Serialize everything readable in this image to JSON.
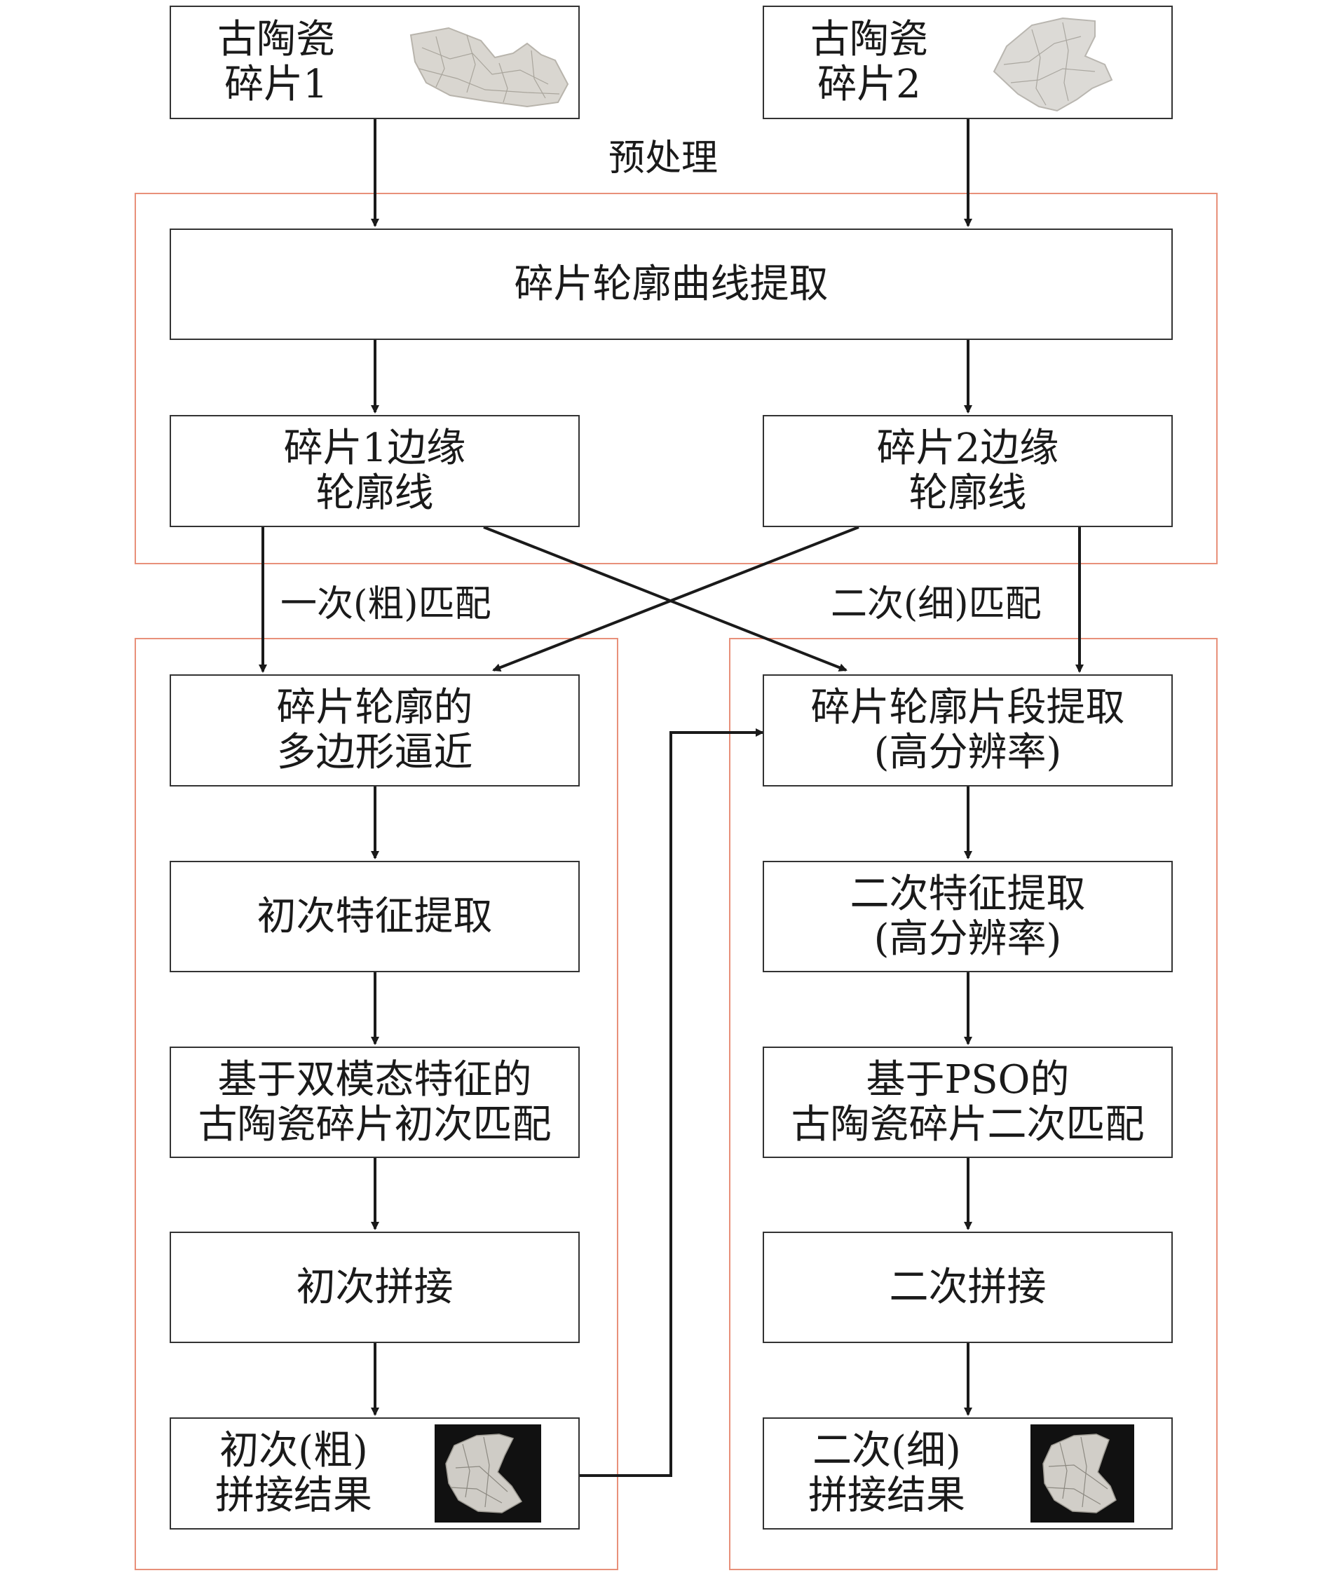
{
  "colors": {
    "region_border": "#e8907a",
    "box_border": "#333333",
    "arrow": "#1a1a1a",
    "fragment_gray": "#d9d6d0",
    "result_bg": "#111111"
  },
  "inputs": {
    "fragment1": [
      "古陶瓷",
      "碎片1"
    ],
    "fragment2": [
      "古陶瓷",
      "碎片2"
    ]
  },
  "labels": {
    "preprocess": "预处理",
    "coarse_match": "一次(粗)匹配",
    "fine_match": "二次(细)匹配"
  },
  "preprocess": {
    "contour_extraction": "碎片轮廓曲线提取",
    "edge1": [
      "碎片1边缘",
      "轮廓线"
    ],
    "edge2": [
      "碎片2边缘",
      "轮廓线"
    ]
  },
  "coarse": {
    "polygon": [
      "碎片轮廓的",
      "多边形逼近"
    ],
    "feature": "初次特征提取",
    "match": [
      "基于双模态特征的",
      "古陶瓷碎片初次匹配"
    ],
    "splice": "初次拼接",
    "result": [
      "初次(粗)",
      "拼接结果"
    ]
  },
  "fine": {
    "segment": [
      "碎片轮廓片段提取",
      "(高分辨率)"
    ],
    "feature": [
      "二次特征提取",
      "(高分辨率)"
    ],
    "match": [
      "基于PSO的",
      "古陶瓷碎片二次匹配"
    ],
    "splice": "二次拼接",
    "result": [
      "二次(细)",
      "拼接结果"
    ]
  }
}
